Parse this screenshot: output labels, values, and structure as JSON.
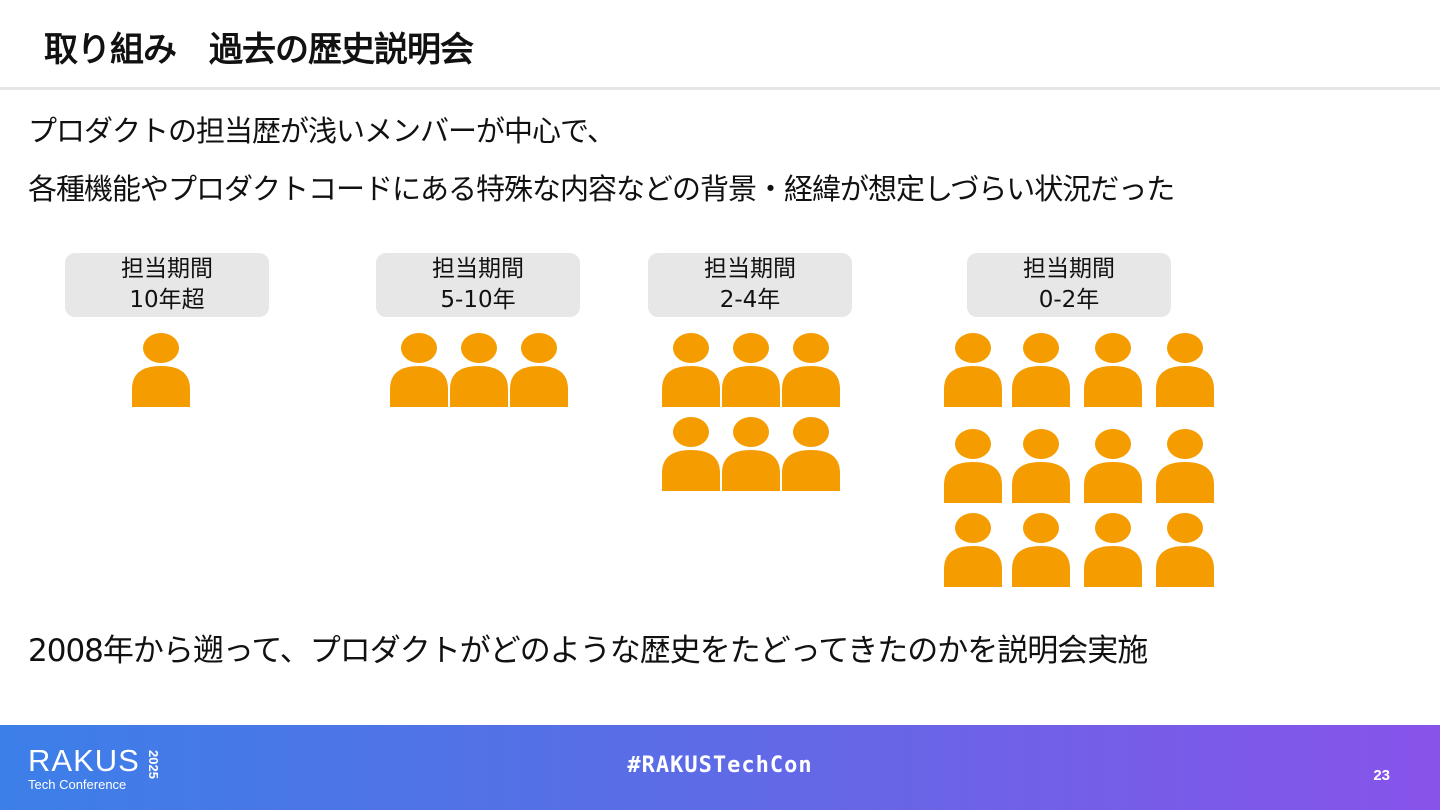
{
  "slide": {
    "title": "取り組み　過去の歴史説明会",
    "line1": "プロダクトの担当歴が浅いメンバーが中心で、",
    "line2": "各種機能やプロダクトコードにある特殊な内容などの背景・経緯が想定しづらい状況だった",
    "line3": "2008年から遡って、プロダクトがどのような歴史をたどってきたのかを説明会実施"
  },
  "groups": [
    {
      "label_top": "担当期間",
      "label_bottom": "10年超",
      "count": 1
    },
    {
      "label_top": "担当期間",
      "label_bottom": "5-10年",
      "count": 3
    },
    {
      "label_top": "担当期間",
      "label_bottom": "2-4年",
      "count": 6
    },
    {
      "label_top": "担当期間",
      "label_bottom": "0-2年",
      "count": 12
    }
  ],
  "icons": {
    "person": "person-icon",
    "color": "#f59c00"
  },
  "footer": {
    "logo_word": "RAKUS",
    "logo_sub": "Tech Conference",
    "logo_year": "2025",
    "hashtag": "#RAKUSTechCon",
    "page_number": "23"
  }
}
